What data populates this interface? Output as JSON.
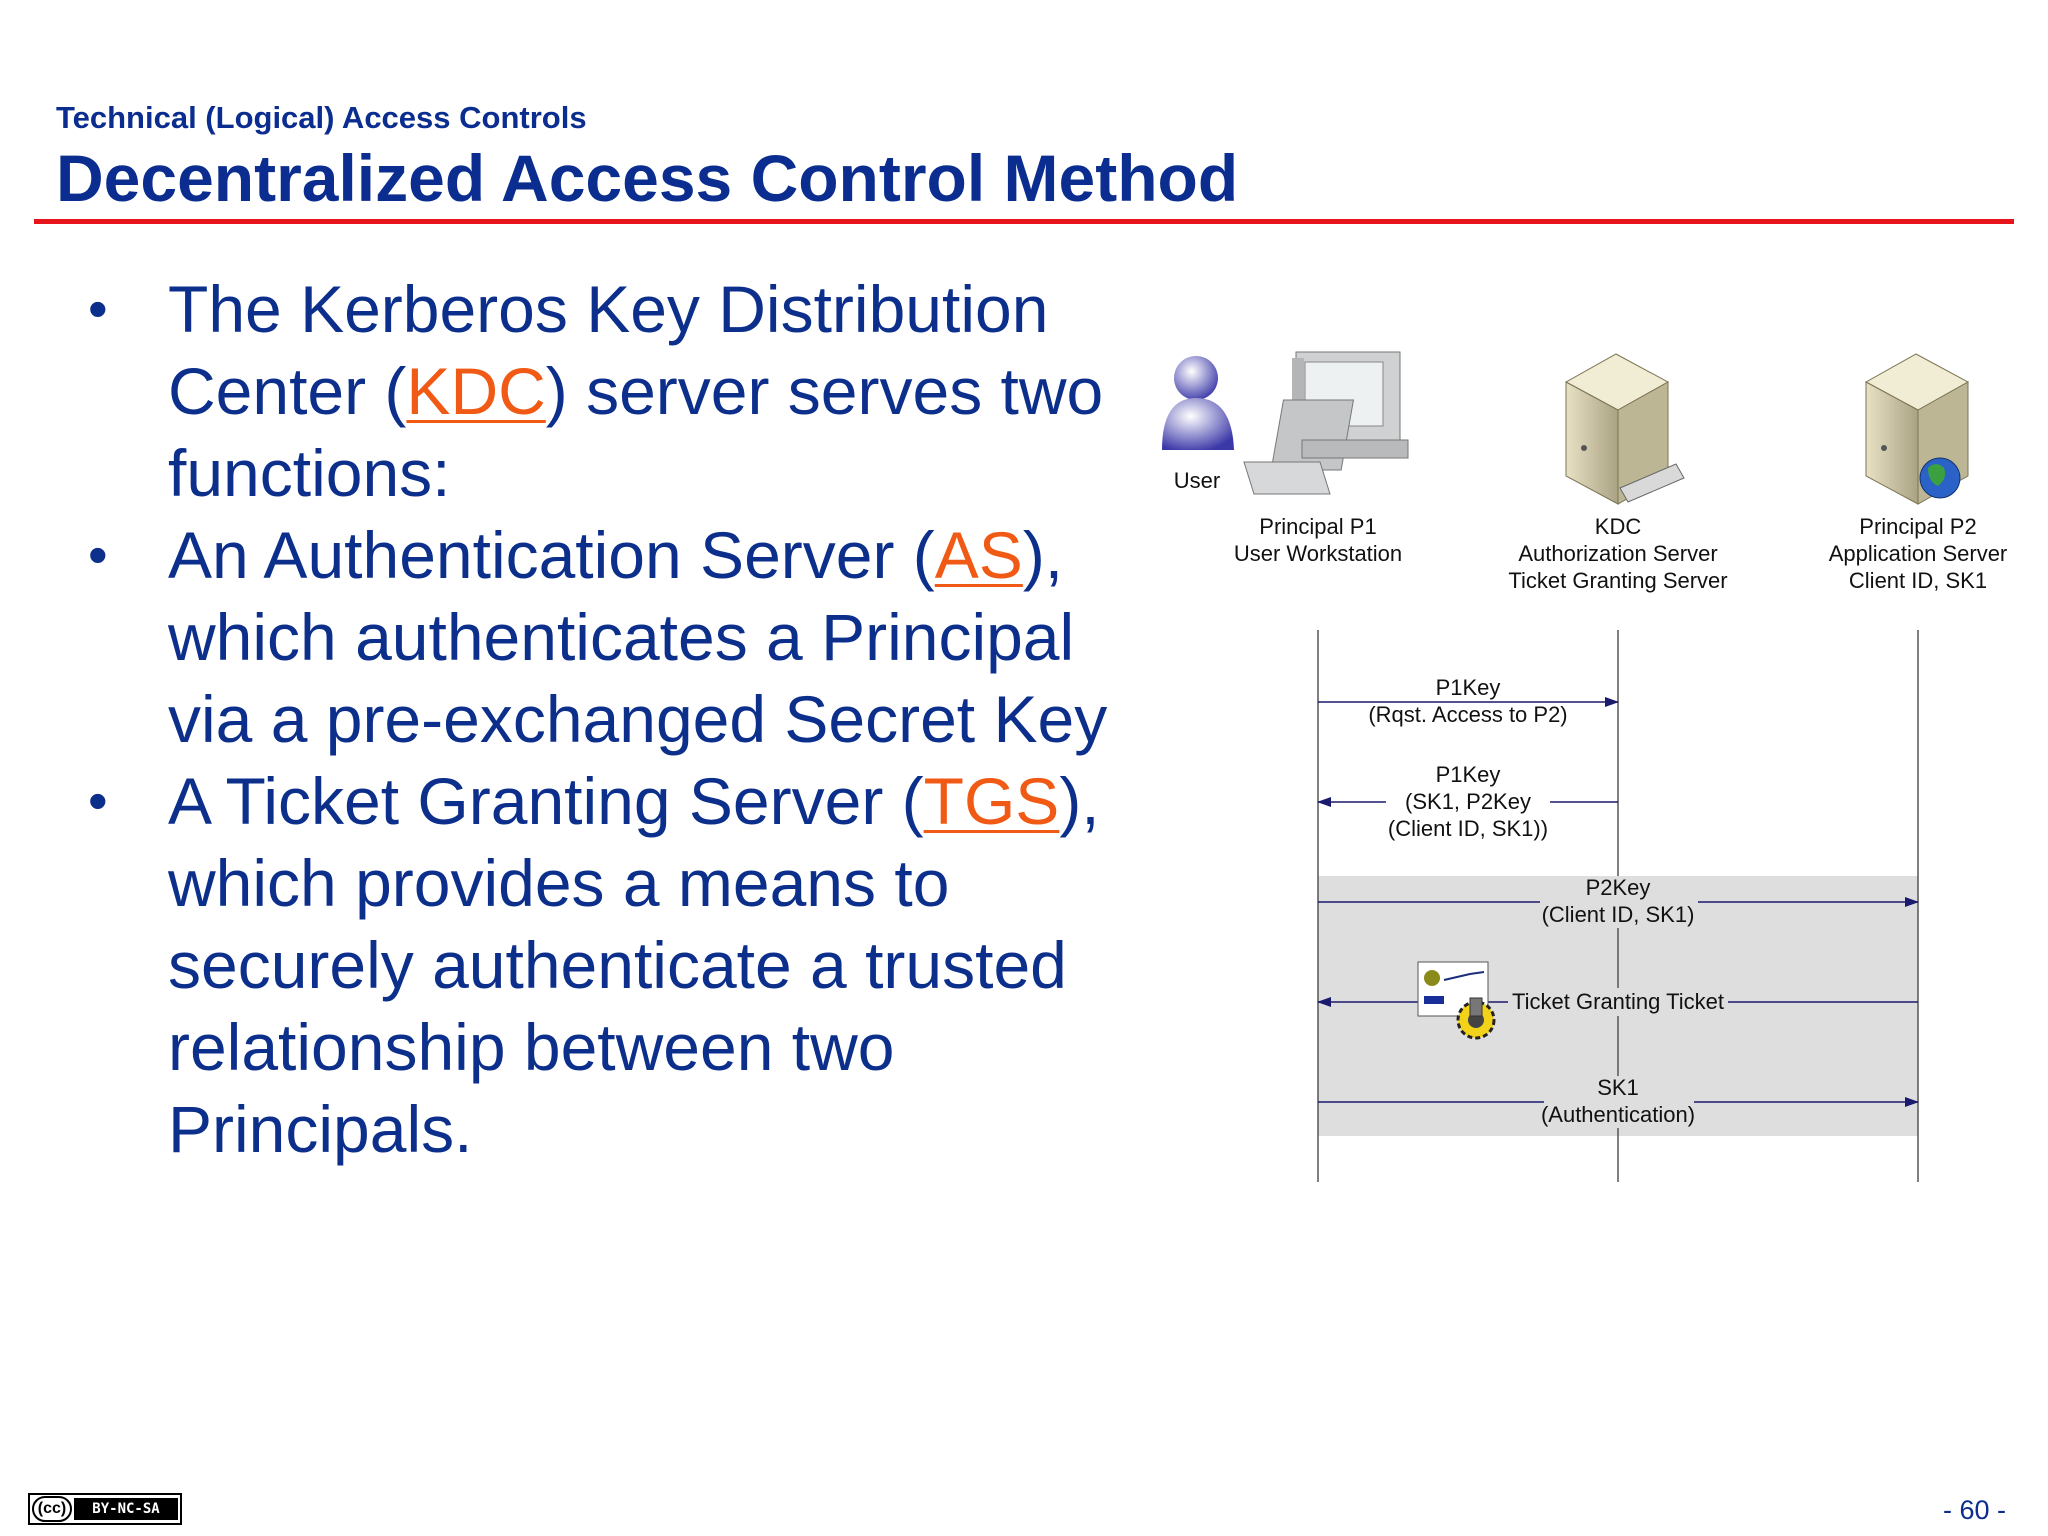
{
  "header": {
    "subtitle": "Technical (Logical) Access Controls",
    "title": "Decentralized Access Control Method"
  },
  "bullets": [
    {
      "pre": "The Kerberos Key Distribution Center (",
      "abbr": "KDC",
      "post": ") server serves two functions:"
    },
    {
      "pre": "An Authentication Server (",
      "abbr": "AS",
      "post": "), which authenticates a Principal via a pre-exchanged Secret Key"
    },
    {
      "pre": "A Ticket Granting Server (",
      "abbr": "TGS",
      "post": "), which provides a means to securely authenticate a trusted relationship between two Principals."
    }
  ],
  "diagram": {
    "user_label": "User",
    "principal1": {
      "line1": "Principal P1",
      "line2": "User Workstation"
    },
    "kdc": {
      "line1": "KDC",
      "line2": "Authorization Server",
      "line3": "Ticket Granting Server"
    },
    "principal2": {
      "line1": "Principal P2",
      "line2": "Application Server",
      "line3": "Client ID, SK1"
    },
    "messages": [
      {
        "line1": "P1Key",
        "line2": "(Rqst. Access to P2)"
      },
      {
        "line1": "P1Key",
        "line2": "(SK1, P2Key",
        "line3": "(Client ID, SK1))"
      },
      {
        "line1": "P2Key",
        "line2": "(Client ID, SK1)"
      },
      {
        "line1": "Ticket Granting Ticket"
      },
      {
        "line1": "SK1",
        "line2": "(Authentication)"
      }
    ]
  },
  "footer": {
    "cc_label": "(cc)",
    "license": "BY-NC-SA",
    "page_number": "- 60 -"
  },
  "colors": {
    "title_blue": "#0b2d8f",
    "rule_red": "#e8141b",
    "abbr_orange": "#f05a14",
    "arrow_navy": "#1a1a6e"
  }
}
